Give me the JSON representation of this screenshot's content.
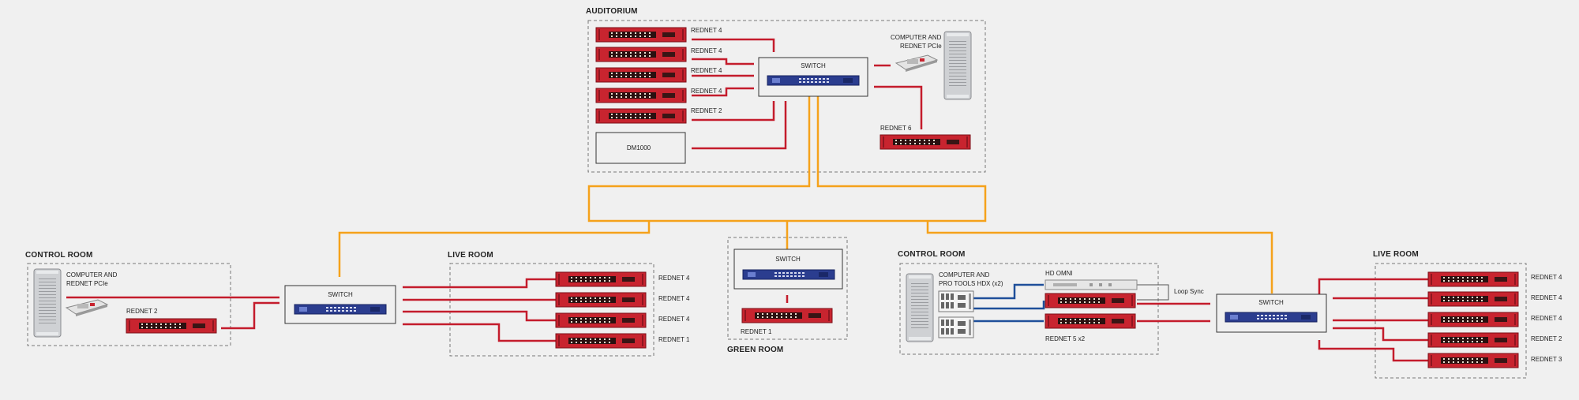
{
  "colors": {
    "background": "#f0f0f0",
    "red_line": "#c41c2c",
    "orange_line": "#f5a21b",
    "blue_line": "#1f4f9a",
    "rednet_device": "#c8242f",
    "switch_device": "#2b3d8f",
    "zone_border": "#777777"
  },
  "zones": {
    "auditorium": "AUDITORIUM",
    "control_room_left": "CONTROL ROOM",
    "live_room_left": "LIVE ROOM",
    "green_room": "GREEN ROOM",
    "control_room_right": "CONTROL ROOM",
    "live_room_right": "LIVE ROOM"
  },
  "auditorium": {
    "switch": "SWITCH",
    "devices": [
      "REDNET 4",
      "REDNET 4",
      "REDNET 4",
      "REDNET 4",
      "REDNET 2"
    ],
    "dm1000": "DM1000",
    "computer": [
      "COMPUTER AND",
      "REDNET PCIe"
    ],
    "rednet6": "REDNET 6"
  },
  "control_room_left": {
    "computer": [
      "COMPUTER AND",
      "REDNET PCIe"
    ],
    "rednet2": "REDNET 2",
    "switch": "SWITCH"
  },
  "live_room_left": {
    "devices": [
      "REDNET 4",
      "REDNET 4",
      "REDNET 4",
      "REDNET 1"
    ]
  },
  "green_room": {
    "switch": "SWITCH",
    "device": "REDNET 1"
  },
  "control_room_right": {
    "computer": [
      "COMPUTER AND",
      "PRO TOOLS HDX (x2)"
    ],
    "hd_omni": "HD OMNI",
    "rednet5": "REDNET 5 x2",
    "loop_sync": "Loop Sync",
    "switch": "SWITCH"
  },
  "live_room_right": {
    "devices": [
      "REDNET 4",
      "REDNET 4",
      "REDNET 4",
      "REDNET 2",
      "REDNET 3"
    ]
  }
}
